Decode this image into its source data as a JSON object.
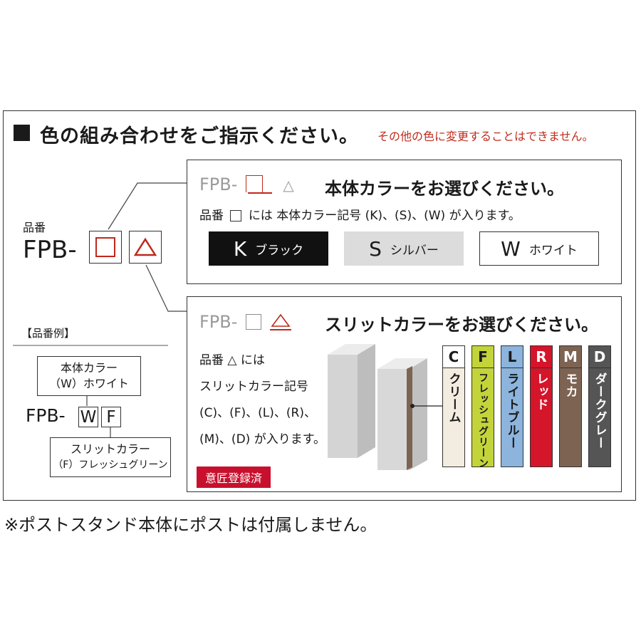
{
  "header": {
    "title": "色の組み合わせをご指示ください。",
    "note": "その他の色に変更することはできません。"
  },
  "part": {
    "label": "品番",
    "prefix": "FPB-"
  },
  "example": {
    "heading": "【品番例】",
    "body_color_line1": "本体カラー",
    "body_color_line2": "（W）ホワイト",
    "prefix": "FPB-",
    "code1": "W",
    "code2": "F",
    "slit_line1": "スリットカラー",
    "slit_line2": "（F）フレッシュグリーン"
  },
  "body_section": {
    "prefix": "FPB-",
    "title": "本体カラーをお選びください。",
    "desc_pre": "品番",
    "desc_post": "には 本体カラー記号 (K)、(S)、(W) が入ります。",
    "options": [
      {
        "code": "K",
        "name": "ブラック",
        "bg": "#111111",
        "fg": "#ffffff"
      },
      {
        "code": "S",
        "name": "シルバー",
        "bg": "#dcdcdc",
        "fg": "#1a1a1a"
      },
      {
        "code": "W",
        "name": "ホワイト",
        "bg": "#ffffff",
        "fg": "#1a1a1a"
      }
    ]
  },
  "slit_section": {
    "prefix": "FPB-",
    "title": "スリットカラーをお選びください。",
    "desc_lines": [
      "品番 △ には",
      "スリットカラー記号",
      "(C)、(F)、(L)、(R)、",
      "(M)、(D) が入ります。"
    ],
    "badge": "意匠登録済",
    "colors": [
      {
        "code": "C",
        "name": "クリーム",
        "bg": "#f3ece0",
        "fg": "#1a1a1a"
      },
      {
        "code": "F",
        "name": "フレッシュグリーン",
        "bg": "#c3d43a",
        "fg": "#1a1a1a"
      },
      {
        "code": "L",
        "name": "ライトブルー",
        "bg": "#8cb4dc",
        "fg": "#1a1a1a"
      },
      {
        "code": "R",
        "name": "レッド",
        "bg": "#d4152a",
        "fg": "#ffffff"
      },
      {
        "code": "M",
        "name": "モカ",
        "bg": "#7d6352",
        "fg": "#ffffff"
      },
      {
        "code": "D",
        "name": "ダークグレー",
        "bg": "#555555",
        "fg": "#ffffff"
      }
    ]
  },
  "footer": {
    "note": "※ポストスタンド本体にポストは付属しません。"
  },
  "colors": {
    "accent_red": "#c02c1c",
    "badge_red": "#c8102e"
  }
}
